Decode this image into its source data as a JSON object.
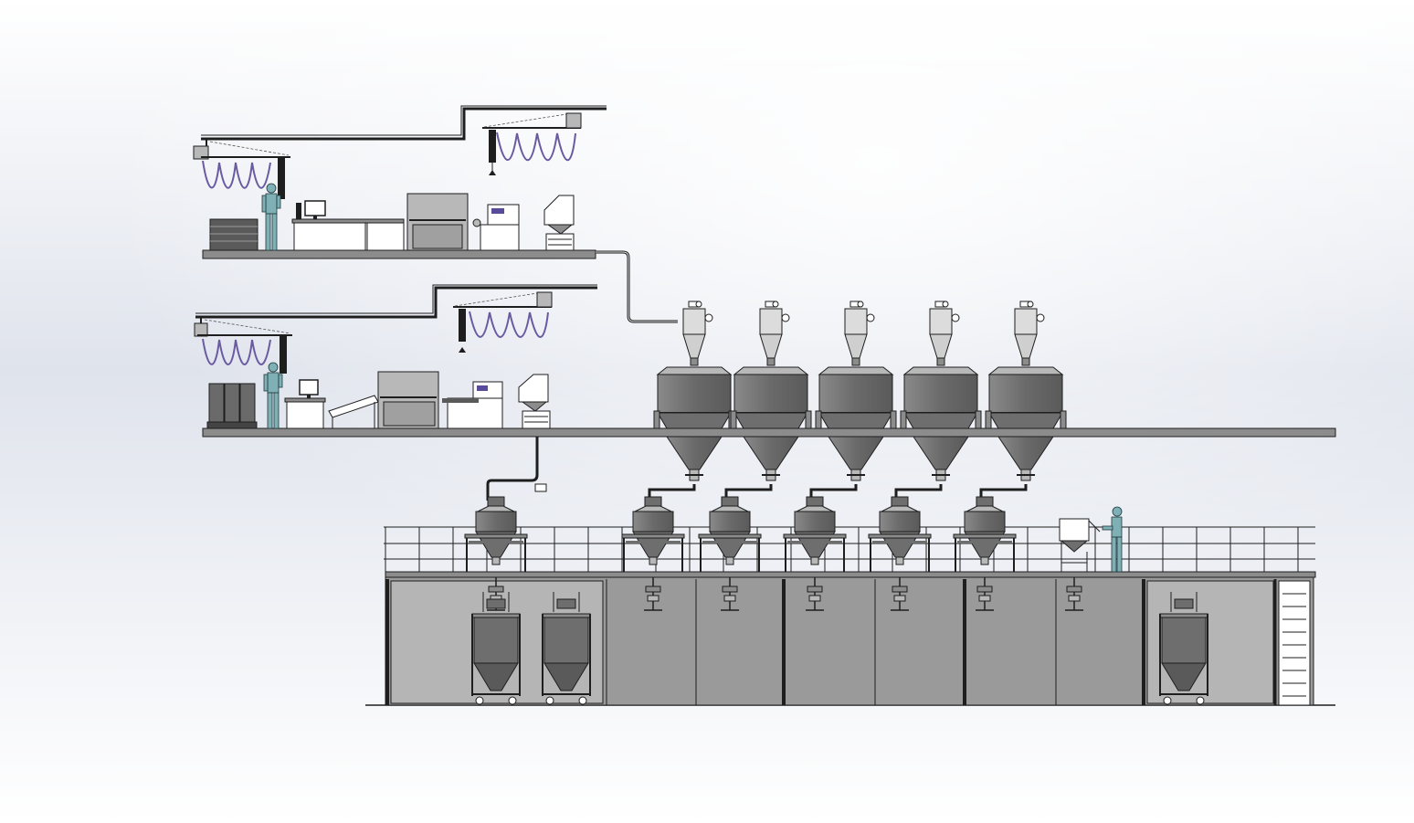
{
  "scene": {
    "view": "cad-side-elevation",
    "background": {
      "top": "#ffffff",
      "middle": "#dfe3ec",
      "bottom": "#ffffff"
    },
    "colors": {
      "steel_dark": "#6e6e6e",
      "steel_mid": "#8c8c8c",
      "steel_light": "#b8b8b8",
      "panel": "#9a9a9a",
      "panel_light": "#b5b5b5",
      "line": "#1e1e1e",
      "hose": "#6a5aa0",
      "operator": "#7fb0b5",
      "screen": "#5a4a9a"
    },
    "upper_stations": 2,
    "storage_silos": 5,
    "mixing_hoppers": 6,
    "ibc_tote_bins": 3,
    "operators": 3
  }
}
